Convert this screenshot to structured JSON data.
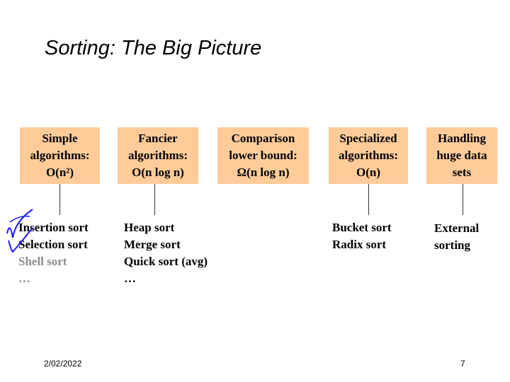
{
  "title": "Sorting: The Big Picture",
  "box_color": "#ffcc99",
  "columns": [
    {
      "header": [
        "Simple",
        "algorithms:",
        "O(n²)"
      ],
      "items": [
        "Insertion sort",
        "Selection sort",
        "Shell sort",
        "…"
      ]
    },
    {
      "header": [
        "Fancier",
        "algorithms:",
        "O(n log n)"
      ],
      "items": [
        "Heap sort",
        "Merge sort",
        "Quick sort (avg)",
        "…"
      ]
    },
    {
      "header": [
        "Comparison",
        "lower bound:",
        "Ω(n log n)"
      ],
      "items": []
    },
    {
      "header": [
        "Specialized",
        "algorithms:",
        "O(n)"
      ],
      "items": [
        "Bucket sort",
        "Radix sort"
      ]
    },
    {
      "header": [
        "Handling",
        "huge data",
        "sets"
      ],
      "items": [
        "External",
        "sorting"
      ]
    }
  ],
  "footer": {
    "date": "2/02/2022",
    "page": "7"
  }
}
